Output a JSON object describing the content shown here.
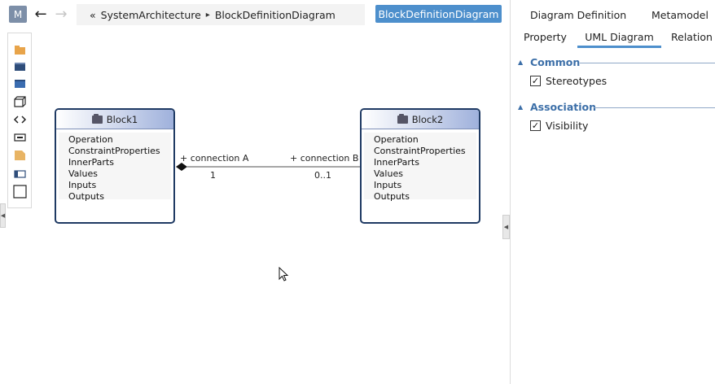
{
  "app": {
    "logo": "M"
  },
  "nav": {
    "back_icon": "arrow-left-icon",
    "forward_icon": "arrow-right-icon"
  },
  "breadcrumb": {
    "lead": "«",
    "items": [
      "SystemArchitecture",
      "BlockDefinitionDiagram"
    ],
    "separator": "▸"
  },
  "view_badge": "BlockDefinitionDiagram",
  "palette": {
    "tools": [
      "folder-icon",
      "block-icon",
      "block-filled-icon",
      "box-3d-icon",
      "code-icon",
      "port-icon",
      "note-icon",
      "signal-icon",
      "rectangle-icon"
    ]
  },
  "diagram": {
    "blocks": [
      {
        "name": "Block1",
        "properties": [
          "Operation",
          "ConstraintProperties",
          "InnerParts",
          "Values",
          "Inputs",
          "Outputs"
        ]
      },
      {
        "name": "Block2",
        "properties": [
          "Operation",
          "ConstraintProperties",
          "InnerParts",
          "Values",
          "Inputs",
          "Outputs"
        ]
      }
    ],
    "association": {
      "end_a": "+ connection A",
      "end_b": "+ connection B",
      "mult_a": "1",
      "mult_b": "0..1"
    }
  },
  "right_panel": {
    "tabs_row1": [
      "Diagram Definition",
      "Metamodel"
    ],
    "tabs_row2": [
      "Property",
      "UML Diagram",
      "Relation"
    ],
    "active_tab": "UML Diagram",
    "sections": [
      {
        "title": "Common",
        "option": "Stereotypes",
        "checked": true
      },
      {
        "title": "Association",
        "option": "Visibility",
        "checked": true
      }
    ]
  },
  "colors": {
    "accent": "#4d8fcc",
    "section_title": "#3c6fa8",
    "block_border": "#1f3a63"
  }
}
